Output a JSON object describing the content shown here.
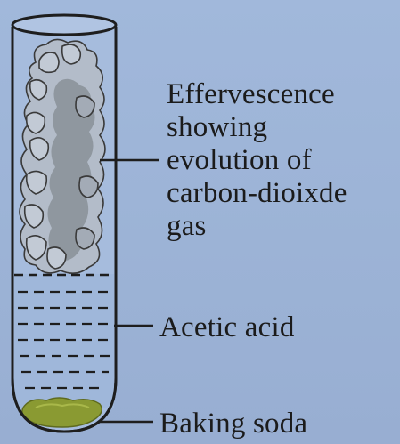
{
  "labels": {
    "effervescence": [
      "Effervescence",
      "showing",
      "evolution of",
      "carbon-dioixde",
      "gas"
    ],
    "acid": "Acetic acid",
    "soda": "Baking soda"
  },
  "colors": {
    "background": "#9db3d6",
    "outline": "#1e1e1e",
    "bubbles_fill": "#aab4c2",
    "bubbles_core": "#8e969f",
    "liquid_dash": "#1e1e1e",
    "baking_soda": "#8a9a32"
  }
}
